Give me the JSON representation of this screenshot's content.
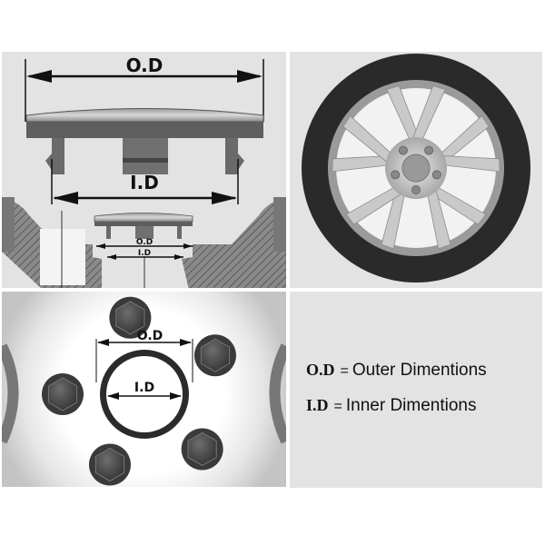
{
  "diagram": {
    "cap_side_view": {
      "od_label": "O.D",
      "id_label": "I.D",
      "small_od_label": "O.D",
      "small_id_label": "I.D"
    },
    "hub_top_view": {
      "od_label": "O.D",
      "id_label": "I.D"
    },
    "legend": [
      {
        "abbr": "O.D",
        "equals": "=",
        "meaning": "Outer Dimentions"
      },
      {
        "abbr": "I.D",
        "equals": "=",
        "meaning": "Inner Dimentions"
      }
    ],
    "colors": {
      "panel_bg": "#e3e3e3",
      "cap_dark": "#555555",
      "tire": "#2a2a2a",
      "rim": "#b5b5b5",
      "nut": "#4a4a4a"
    }
  }
}
